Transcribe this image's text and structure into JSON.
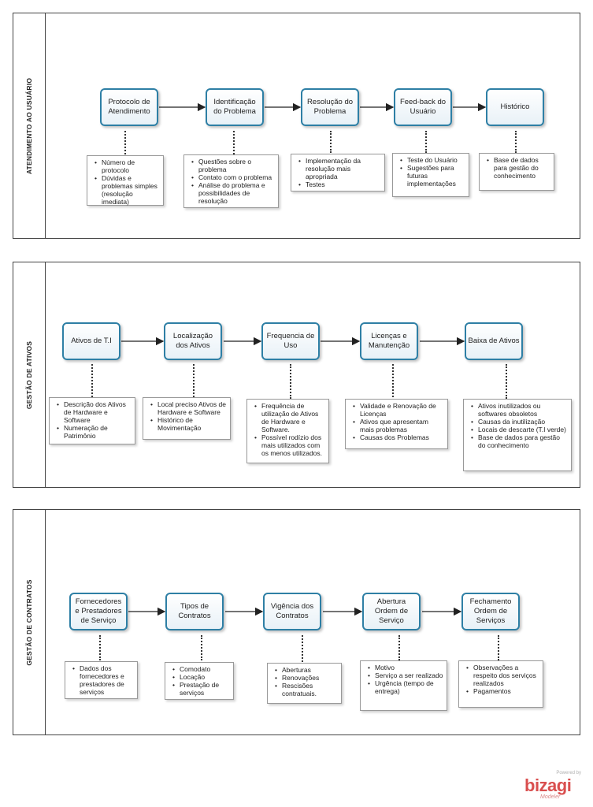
{
  "lanes": [
    {
      "title": "ATENDIMENTO AO USUÁRIO",
      "tasks": [
        "Protocolo de Atendimento",
        "Identificação do Problema",
        "Resolução do Problema",
        "Feed-back do Usuário",
        "Histórico"
      ],
      "notes": [
        [
          "Número de protocolo",
          "Dúvidas e problemas simples (resolução imediata)"
        ],
        [
          "Questões sobre o problema",
          "Contato com o problema",
          "Análise do problema e possibilidades de resolução"
        ],
        [
          "Implementação da resolução mais apropriada",
          "Testes"
        ],
        [
          "Teste do Usuário",
          "Sugestões para futuras implementações"
        ],
        [
          "Base de dados para gestão do conhecimento"
        ]
      ]
    },
    {
      "title": "GESTÃO DE ATIVOS",
      "tasks": [
        "Ativos de T.I",
        "Localização dos Ativos",
        "Frequencia de Uso",
        "Licenças e Manutenção",
        "Baixa de Ativos"
      ],
      "notes": [
        [
          "Descrição dos Ativos de Hardware e Software",
          "Numeração de Patrimônio"
        ],
        [
          "Local preciso Ativos de Hardware e Software",
          "Histórico de Movimentação"
        ],
        [
          "Frequência de utilização de Ativos de Hardware e Software.",
          "Possível rodízio dos mais utilizados com os menos utilizados."
        ],
        [
          "Validade e Renovação de Licenças",
          "Ativos que apresentam mais problemas",
          "Causas dos Problemas"
        ],
        [
          "Ativos inutilizados ou softwares obsoletos",
          "Causas da inutilização",
          "Locais de descarte (T.I verde)",
          "Base de dados para gestão do conhecimento"
        ]
      ]
    },
    {
      "title": "GESTÃO DE CONTRATOS",
      "tasks": [
        "Fornecedores e Prestadores de Serviço",
        "Tipos de Contratos",
        "Vigência dos Contratos",
        "Abertura Ordem de Serviço",
        "Fechamento Ordem de Serviços"
      ],
      "notes": [
        [
          "Dados dos fornecedores e prestadores de serviços"
        ],
        [
          "Comodato",
          "Locação",
          "Prestação de serviços"
        ],
        [
          "Aberturas",
          "Renovações",
          "Rescisões contratuais."
        ],
        [
          "Motivo",
          "Serviço a ser realizado",
          "Urgência (tempo de entrega)"
        ],
        [
          "Observações a respeito dos serviços realizados",
          "Pagamentos"
        ]
      ]
    }
  ],
  "logo": {
    "powered": "Powered by",
    "brand": "bizagi",
    "product": "Modeler",
    "color": "#d94f4f"
  },
  "colors": {
    "task_border": "#2e7fa5",
    "line": "#222222"
  }
}
